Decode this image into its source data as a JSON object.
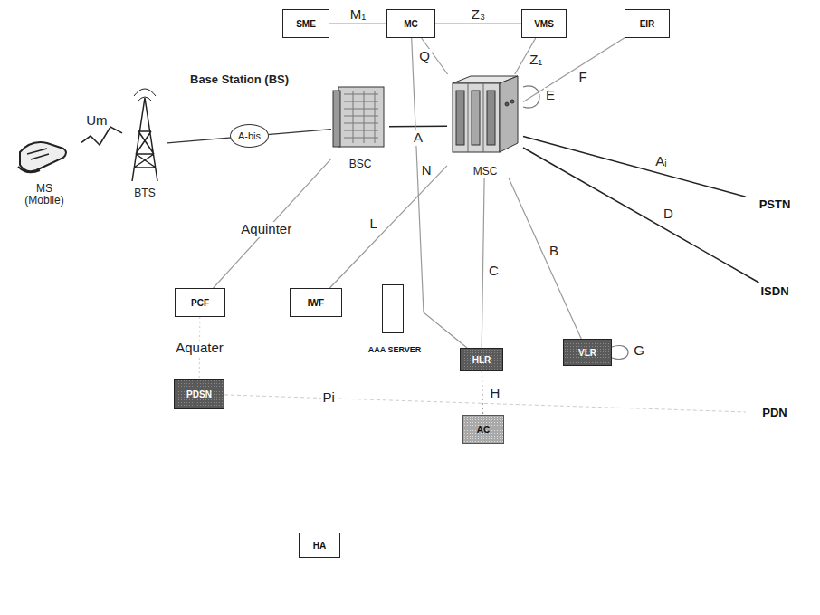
{
  "diagram": {
    "nodes": [
      {
        "text": [
          "SME"
        ]
      },
      {
        "text": [
          "MC"
        ]
      },
      {
        "text": [
          "VMS"
        ]
      },
      {
        "text": [
          "EIR"
        ]
      },
      {
        "text": [
          "MS (Mobile)"
        ]
      },
      {
        "text": [
          "BTS"
        ]
      },
      {
        "text": [
          "BSC"
        ]
      },
      {
        "text": [
          "MSC"
        ]
      },
      {
        "text": [
          "PSTN"
        ]
      },
      {
        "text": [
          "ISDN"
        ]
      },
      {
        "text": [
          "HLR"
        ]
      },
      {
        "text": [
          "VLR"
        ]
      },
      {
        "text": [
          "AC"
        ]
      },
      {
        "text": [
          "PCF"
        ]
      },
      {
        "text": [
          "IWF"
        ]
      },
      {
        "text": [
          "AAA SERVER"
        ]
      },
      {
        "text": [
          "PDSN"
        ]
      },
      {
        "text": [
          "HA"
        ]
      },
      {
        "text": [
          "PDN"
        ]
      }
    ],
    "edges": [
      {
        "from": 4,
        "to": 5,
        "label": "Um",
        "arrow": "none"
      },
      {
        "from": 5,
        "to": 6,
        "label": "A-bis",
        "arrow": "none"
      },
      {
        "from": 6,
        "to": 7,
        "label": "A",
        "arrow": "none"
      },
      {
        "from": 7,
        "to": 8,
        "label": "Aᵢ",
        "arrow": "none"
      },
      {
        "from": 7,
        "to": 9,
        "label": "D",
        "arrow": "none"
      },
      {
        "from": 0,
        "to": 1,
        "label": "M₁",
        "arrow": "none"
      },
      {
        "from": 1,
        "to": 2,
        "label": "Z₃",
        "arrow": "none"
      },
      {
        "from": 1,
        "to": 7,
        "label": "Q",
        "arrow": "none"
      },
      {
        "from": 1,
        "to": 10,
        "label": "N",
        "arrow": "none"
      },
      {
        "from": 2,
        "to": 7,
        "label": "Z₁",
        "arrow": "none"
      },
      {
        "from": 3,
        "to": 7,
        "label": "F",
        "arrow": "none"
      },
      {
        "from": 7,
        "to": 7,
        "label": "E",
        "arrow": "none"
      },
      {
        "from": 7,
        "to": 10,
        "label": "C",
        "arrow": "none"
      },
      {
        "from": 7,
        "to": 11,
        "label": "B",
        "arrow": "none"
      },
      {
        "from": 7,
        "to": 14,
        "label": "L",
        "arrow": "none"
      },
      {
        "from": 10,
        "to": 12,
        "label": "H",
        "arrow": "none"
      },
      {
        "from": 11,
        "to": 11,
        "label": "G",
        "arrow": "none"
      },
      {
        "from": 6,
        "to": 13,
        "label": "Aquinter",
        "arrow": "none"
      },
      {
        "from": 13,
        "to": 16,
        "label": "Aquater",
        "arrow": "none"
      },
      {
        "from": 16,
        "to": 18,
        "label": "Pi",
        "arrow": "none"
      }
    ],
    "labels": [
      "Base Station (BS)"
    ]
  }
}
